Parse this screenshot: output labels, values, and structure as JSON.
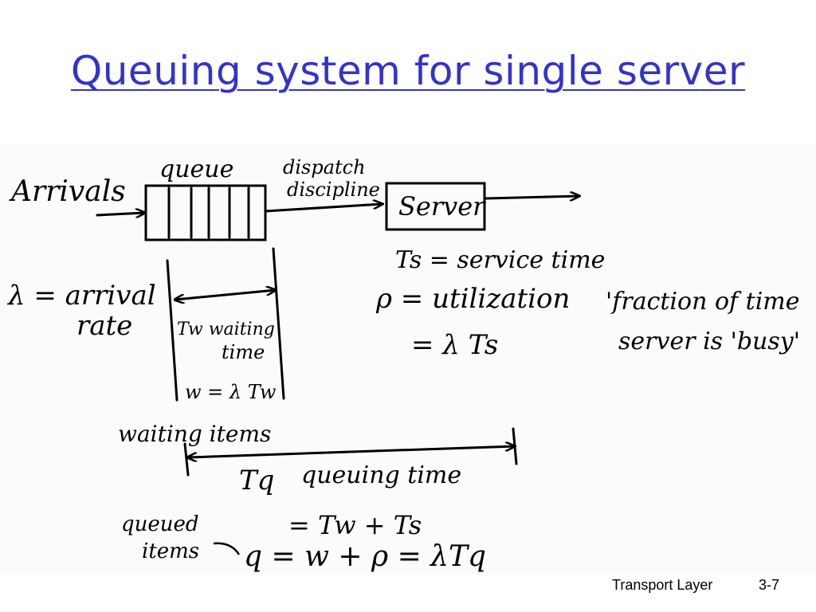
{
  "slide": {
    "title": "Queuing system for single server",
    "colors": {
      "title": "#3333cc",
      "ink": "#000000"
    }
  },
  "diagram": {
    "arrivals": "Arrivals",
    "queue": "queue",
    "dispatch_line1": "dispatch",
    "dispatch_line2": "discipline",
    "server": "Server",
    "ts_def": "Ts = service time",
    "rho_def": "ρ = utilization",
    "rho_eq": "= λ Ts",
    "fraction_line1": "'fraction of time",
    "fraction_line2": "server is 'busy'",
    "lambda_line1": "λ = arrival",
    "lambda_line2": "rate",
    "tw_line1": "Tw waiting",
    "tw_line2": "time",
    "w_eq": "w = λ Tw",
    "waiting_items": "waiting items",
    "tq_label": "Tq",
    "queuing_time": "queuing time",
    "tq_eq": "= Tw + Ts",
    "queued_line1": "queued",
    "queued_line2": "items",
    "q_eq": "q = w + ρ = λTq"
  },
  "footer": {
    "label": "Transport Layer",
    "page": "3-7"
  }
}
